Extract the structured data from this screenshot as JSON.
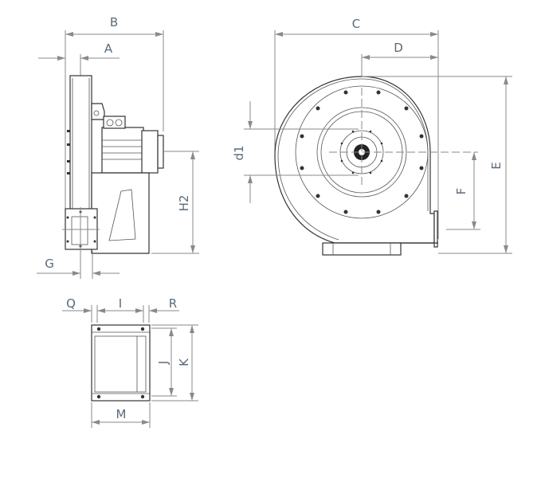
{
  "labels": {
    "A": "A",
    "B": "B",
    "C": "C",
    "D": "D",
    "E": "E",
    "F": "F",
    "G": "G",
    "H2": "H2",
    "d1": "d1",
    "Q": "Q",
    "I": "I",
    "R": "R",
    "J": "J",
    "K": "K",
    "M": "M"
  }
}
